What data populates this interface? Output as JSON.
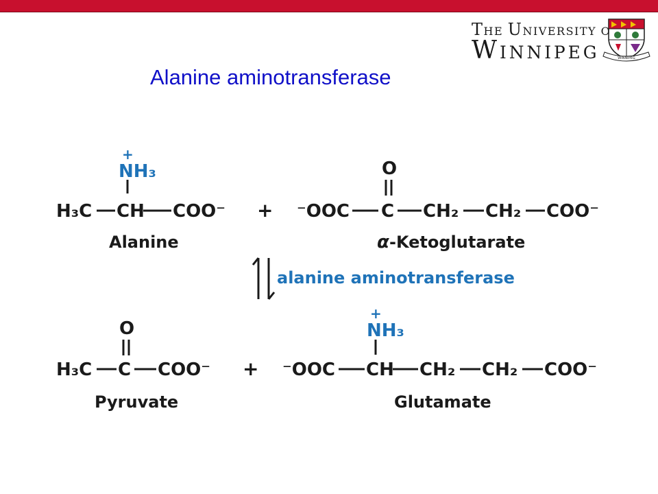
{
  "header": {
    "logo": {
      "line1": "THE UNIVERSITY OF",
      "line2": "WINNIPEG",
      "crest_ribbon": "WINNIPEG"
    },
    "colors": {
      "bar": "#c8102e",
      "title": "#1010c8",
      "blue": "#1f73b8",
      "black": "#1a1a1a"
    }
  },
  "slide": {
    "title": "Alanine aminotransferase"
  },
  "reaction": {
    "enzyme": "alanine aminotransferase",
    "plus": "+",
    "alanine": {
      "name": "Alanine"
    },
    "ketoglutarate": {
      "name": "α-Ketoglutarate",
      "prefix": "α",
      "suffix": "-Ketoglutarate"
    },
    "pyruvate": {
      "name": "Pyruvate"
    },
    "glutamate": {
      "name": "Glutamate"
    },
    "groups": {
      "h3c": "H₃C",
      "ch": "CH",
      "c": "C",
      "coo": "COO⁻",
      "ooc": "⁻OOC",
      "ch2": "CH₂",
      "o": "O",
      "nh3": "NH₃",
      "plus_charge": "+"
    }
  }
}
